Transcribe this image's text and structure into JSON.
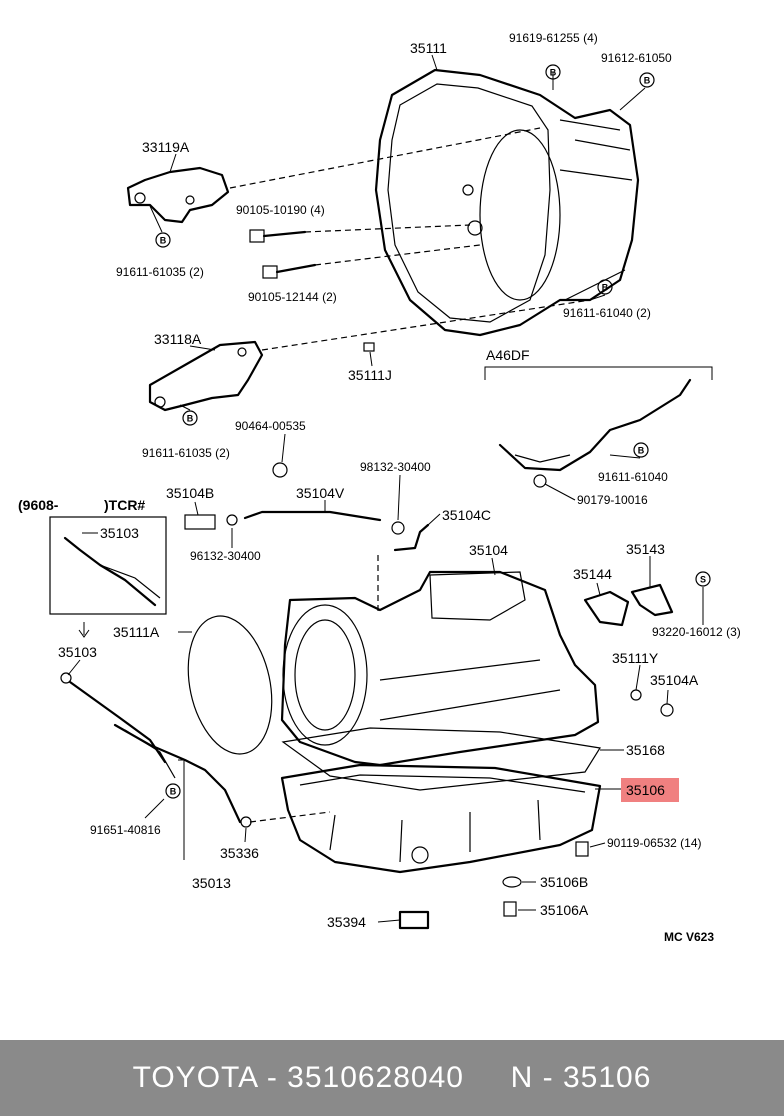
{
  "diagram": {
    "labels": {
      "p35111": "35111",
      "p91619": "91619-61255 (4)",
      "p91612": "91612-61050",
      "p33119A": "33119A",
      "p90105_10190": "90105-10190 (4)",
      "p91611_61035_a": "91611-61035 (2)",
      "p90105_12144": "90105-12144 (2)",
      "p91611_61040_2": "91611-61040 (2)",
      "p33118A": "33118A",
      "p35111J": "35111J",
      "pA46DF": "A46DF",
      "p90464": "90464-00535",
      "p91611_61035_b": "91611-61035 (2)",
      "p98132": "98132-30400",
      "p91611_61040": "91611-61040",
      "p90179": "90179-10016",
      "p9608": "(9608-",
      "pTCR": ")TCR#",
      "p35103_box": "35103",
      "p35104B": "35104B",
      "p35104V": "35104V",
      "p35104C": "35104C",
      "p96132": "96132-30400",
      "p35104": "35104",
      "p35143": "35143",
      "p35144": "35144",
      "p93220": "93220-16012 (3)",
      "p35111A": "35111A",
      "p35103": "35103",
      "p35111Y": "35111Y",
      "p35104A": "35104A",
      "p35168": "35168",
      "p35106": "35106",
      "p91651": "91651-40816",
      "p90119": "90119-06532 (14)",
      "p35336": "35336",
      "p35106B": "35106B",
      "p35013": "35013",
      "p35106A": "35106A",
      "p35394": "35394",
      "mc": "MC V623"
    },
    "badges": {
      "b1": "B",
      "b2": "B",
      "b3": "B",
      "b4": "B",
      "b5": "B",
      "b6": "B",
      "b7": "B",
      "b8": "S"
    },
    "highlight_color": "#f08080"
  },
  "footer": {
    "text": "TOYOTA - 3510628040     N - 35106",
    "background": "#8a8a8a"
  }
}
